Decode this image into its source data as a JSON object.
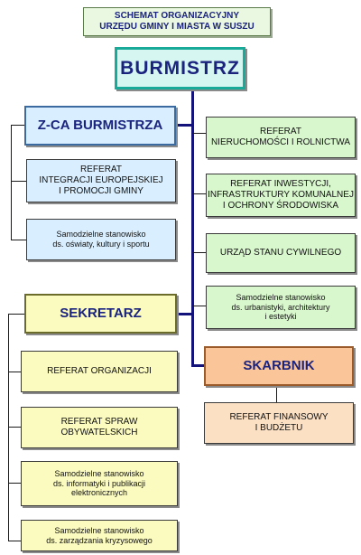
{
  "title": "SCHEMAT ORGANIZACYJNY\nURZĘDU GMINY I MIASTA W SUSZU",
  "head": "BURMISTRZ",
  "deputy": {
    "label": "Z-CA BURMISTRZA",
    "units": [
      "REFERAT\nINTEGRACJI EUROPEJSKIEJ\nI PROMOCJI GMINY",
      "Samodzielne stanowisko\nds. oświaty, kultury i sportu"
    ]
  },
  "direct_units": [
    "REFERAT\nNIERUCHOMOŚCI I ROLNICTWA",
    "REFERAT INWESTYCJI,\nINFRASTRUKTURY KOMUNALNEJ\nI OCHRONY ŚRODOWISKA",
    "URZĄD STANU CYWILNEGO",
    "Samodzielne stanowisko\nds. urbanistyki, architektury\ni estetyki"
  ],
  "secretary": {
    "label": "SEKRETARZ",
    "units": [
      "REFERAT ORGANIZACJI",
      "REFERAT SPRAW\nOBYWATELSKICH",
      "Samodzielne stanowisko\nds. informatyki i publikacji\nelektronicznych",
      "Samodzielne stanowisko\nds. zarządzania kryzysowego"
    ]
  },
  "treasurer": {
    "label": "SKARBNIK",
    "units": [
      "REFERAT FINANSOWY\nI BUDŻETU"
    ]
  }
}
